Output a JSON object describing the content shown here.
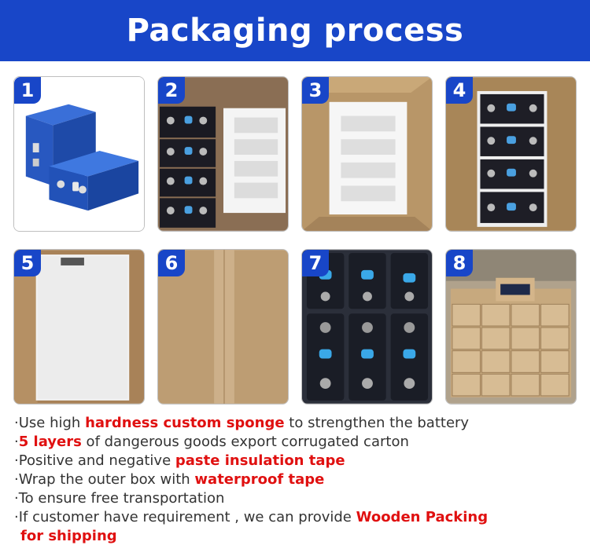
{
  "header": {
    "title": "Packaging process"
  },
  "steps": [
    {
      "number": "1"
    },
    {
      "number": "2"
    },
    {
      "number": "3"
    },
    {
      "number": "4"
    },
    {
      "number": "5"
    },
    {
      "number": "6"
    },
    {
      "number": "7"
    },
    {
      "number": "8"
    }
  ],
  "notes": {
    "bullet": "·",
    "line1": {
      "a": "Use high ",
      "b": "hardness custom sponge",
      "c": " to strengthen the battery"
    },
    "line2": {
      "b": "5 layers",
      "c": " of dangerous goods export corrugated carton"
    },
    "line3": {
      "a": "Positive and negative ",
      "b": "paste insulation tape"
    },
    "line4": {
      "a": "Wrap the outer box with ",
      "b": "waterproof tape"
    },
    "line5": {
      "a": "To ensure free transportation"
    },
    "line6": {
      "a": "If customer have requirement , we can provide ",
      "b": "Wooden Packing",
      "b2": "for shipping"
    }
  },
  "colors": {
    "banner": "#1846c8",
    "highlight": "#e01010",
    "text": "#333333"
  }
}
